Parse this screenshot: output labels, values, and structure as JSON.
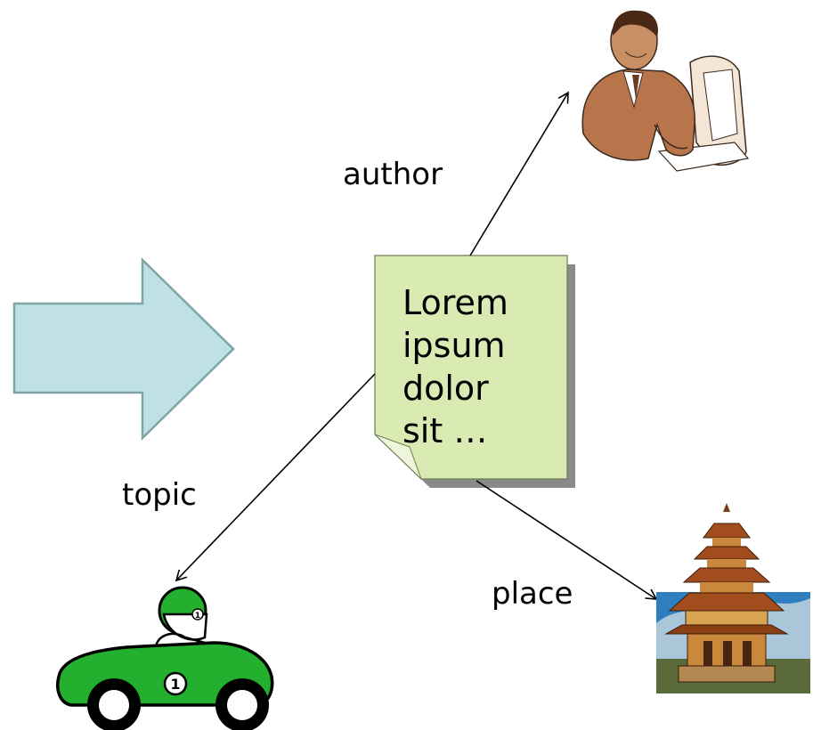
{
  "document": {
    "text": "Lorem\nipsum\ndolor\nsit …",
    "fill_color": "#d9eab3",
    "shadow_color": "#8a8a8a"
  },
  "arrow_shape": {
    "fill_color": "#bfe1e3",
    "stroke_color": "#7fa5a7"
  },
  "edges": [
    {
      "label": "author",
      "target": "office-worker-icon"
    },
    {
      "label": "topic",
      "target": "race-car-icon"
    },
    {
      "label": "place",
      "target": "pagoda-icon"
    }
  ],
  "icons": {
    "author_target": "office-worker-icon",
    "topic_target": "race-car-icon",
    "place_target": "pagoda-icon"
  }
}
